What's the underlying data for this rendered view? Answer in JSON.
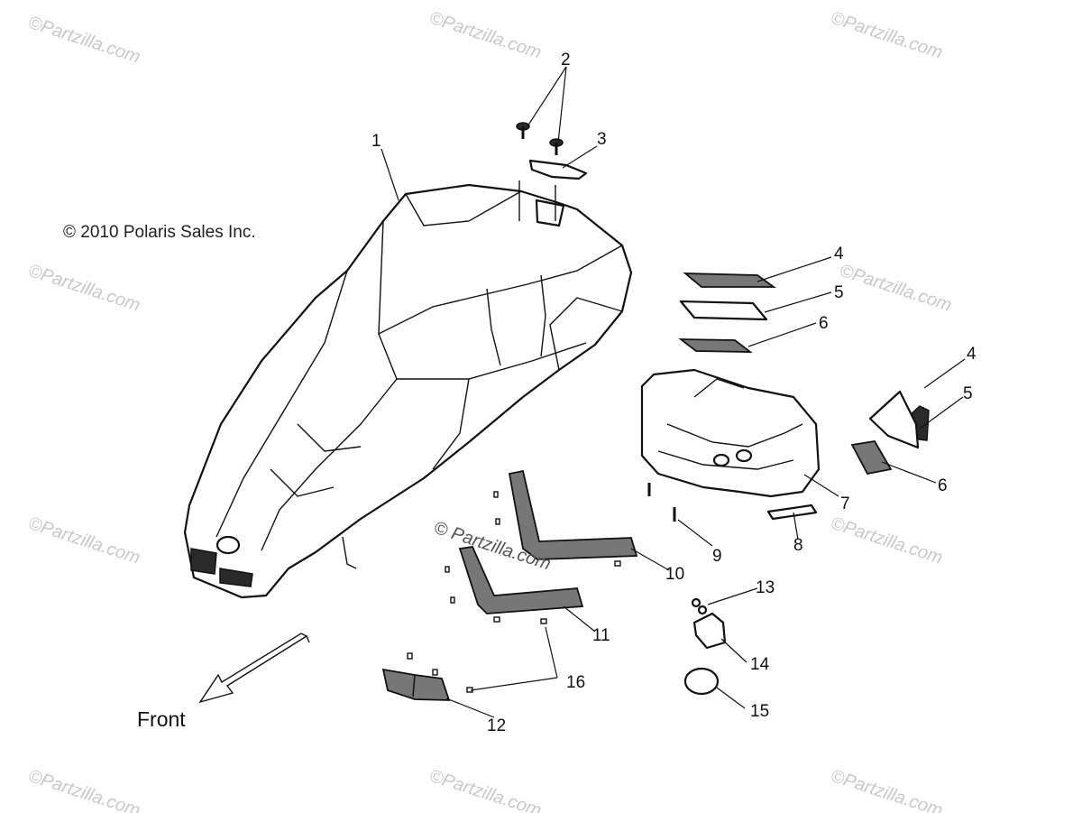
{
  "copyright": "© 2010 Polaris Sales Inc.",
  "watermarks": [
    "©Partzilla.com",
    "©Partzilla.com",
    "©Partzilla.com",
    "©Partzilla.com",
    "©Partzilla.com",
    "©Partzilla.com",
    "©Partzilla.com",
    "©Partzilla.com",
    "©Partzilla.com"
  ],
  "center_watermark": "© Partzilla.com",
  "front_label": "Front",
  "callouts": [
    "1",
    "2",
    "3",
    "4",
    "5",
    "6",
    "4",
    "5",
    "6",
    "7",
    "8",
    "9",
    "10",
    "11",
    "12",
    "13",
    "14",
    "15",
    "16"
  ],
  "colors": {
    "line": "#111111",
    "watermark": "#c9c9c9",
    "background": "#ffffff"
  }
}
